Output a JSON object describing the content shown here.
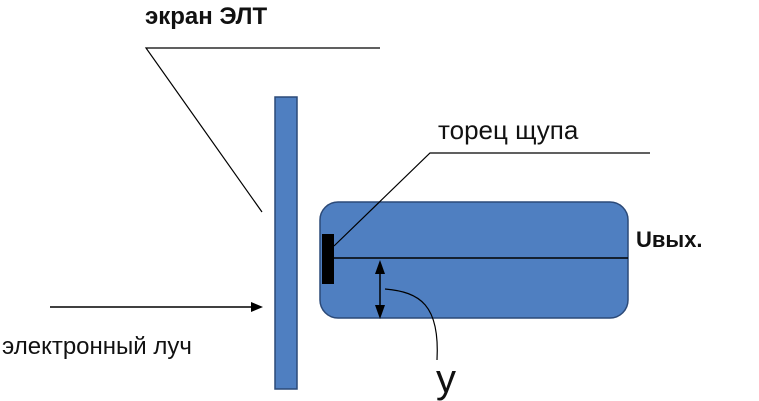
{
  "labels": {
    "screen": "экран ЭЛТ",
    "probe_end": "торец щупа",
    "output": "Uвых.",
    "beam": "электронный луч",
    "y": "y"
  },
  "colors": {
    "fill": "#4F7FC1",
    "stroke": "#2C4A78",
    "line": "#000000",
    "text": "#111111"
  }
}
